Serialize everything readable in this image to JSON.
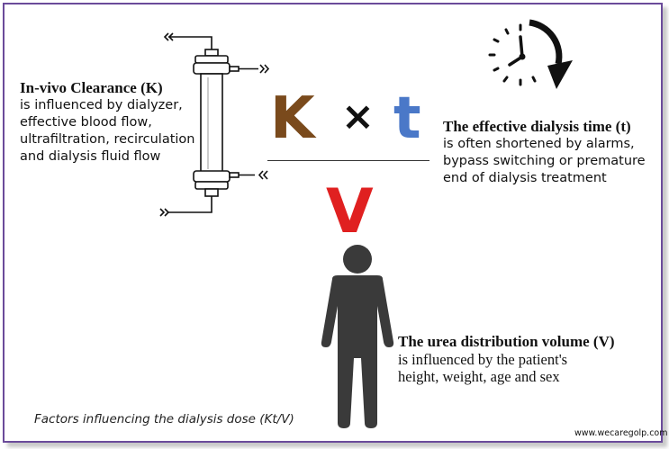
{
  "formula": {
    "k_letter": "K",
    "times_sign": "×",
    "t_letter": "t",
    "v_letter": "V"
  },
  "clearance": {
    "title": "In-vivo Clearance (K)",
    "lines": [
      "is influenced by dialyzer,",
      "effective blood flow,",
      "ultrafiltration, recirculation",
      "and dialysis fluid flow"
    ]
  },
  "time": {
    "title": "The effective dialysis time (t)",
    "lines": [
      "is often shortened by alarms,",
      "bypass switching or premature",
      "end of dialysis treatment"
    ]
  },
  "volume": {
    "title": "The urea distribution volume (V)",
    "lines": [
      "is influenced by the patient's",
      "height, weight, age and sex"
    ]
  },
  "caption": "Factors influencing the dialysis dose (Kt/V)",
  "source": "www.wecaregolp.com",
  "colors": {
    "k": "#7a4a1c",
    "times": "#111111",
    "t": "#4a78c8",
    "v": "#e02020",
    "person": "#3a3a3a",
    "frame": "#6b4b9a"
  },
  "icons": {
    "dialyzer": "dialyzer-icon",
    "clock": "clock-icon",
    "person": "person-icon"
  }
}
